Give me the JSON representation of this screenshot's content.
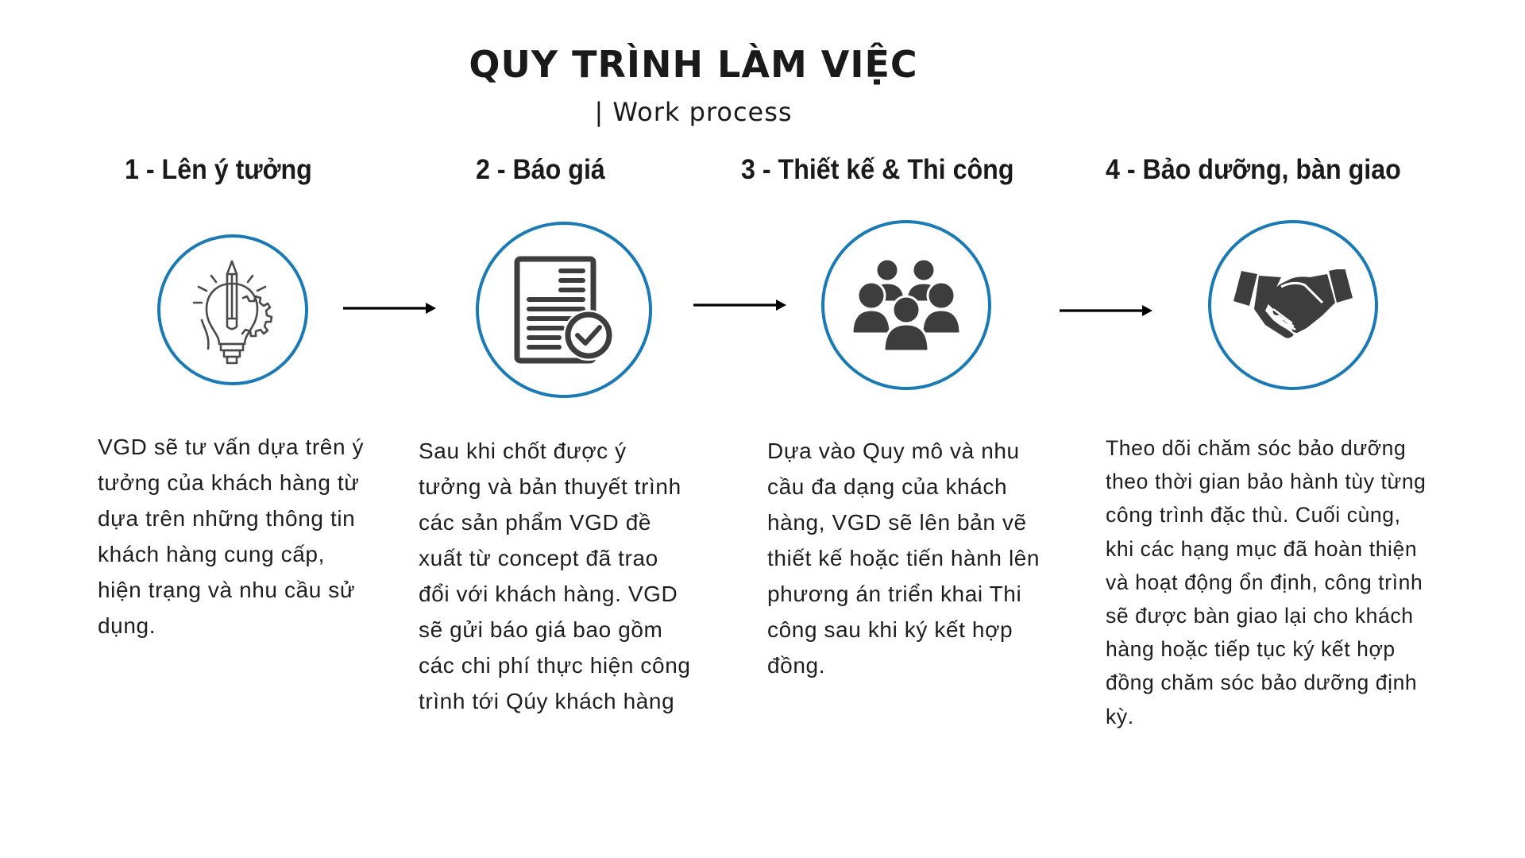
{
  "header": {
    "title": "QUY TRÌNH LÀM VIỆC",
    "subtitle": "| Work process"
  },
  "colors": {
    "circle_border": "#1a7ab5",
    "icon_fill": "#3d3d3d",
    "text": "#1e1e1e",
    "arrow": "#000000"
  },
  "steps": [
    {
      "number": 1,
      "heading": "1 - Lên ý tưởng",
      "icon": "lightbulb-pencil-gear-icon",
      "description": "VGD sẽ tư vấn dựa trên ý\ntưởng của khách hàng từ\ndựa trên những thông tin\nkhách hàng cung cấp,\nhiện trạng và nhu cầu sử\ndụng."
    },
    {
      "number": 2,
      "heading": "2 - Báo giá",
      "icon": "document-check-icon",
      "description": "Sau khi chốt được ý\ntưởng và bản thuyết trình\ncác sản phẩm VGD đề\nxuất từ concept đã trao\nđổi với khách hàng. VGD\nsẽ gửi báo giá bao gồm\ncác chi phí thực hiện công\ntrình tới Qúy khách hàng"
    },
    {
      "number": 3,
      "heading": "3 - Thiết kế & Thi công",
      "icon": "group-people-icon",
      "description": "Dựa vào Quy mô và nhu\ncầu đa dạng của khách\nhàng, VGD sẽ lên bản vẽ\nthiết kế hoặc tiến hành lên\nphương án triển khai Thi\ncông sau khi ký kết hợp\nđồng."
    },
    {
      "number": 4,
      "heading": "4 - Bảo dưỡng, bàn giao",
      "icon": "handshake-icon",
      "description": "Theo dõi chăm sóc bảo dưỡng\ntheo thời gian bảo hành tùy từng\ncông trình đặc thù. Cuối cùng,\nkhi các hạng mục đã hoàn thiện\nvà hoạt động ổn định, công trình\nsẽ được bàn giao lại cho khách\nhàng hoặc tiếp tục ký kết hợp\nđồng chăm sóc bảo dưỡng định\nkỳ."
    }
  ],
  "connectors": [
    {
      "from": 1,
      "to": 2,
      "icon": "arrow-right-icon"
    },
    {
      "from": 2,
      "to": 3,
      "icon": "arrow-right-icon"
    },
    {
      "from": 3,
      "to": 4,
      "icon": "arrow-right-icon"
    }
  ]
}
